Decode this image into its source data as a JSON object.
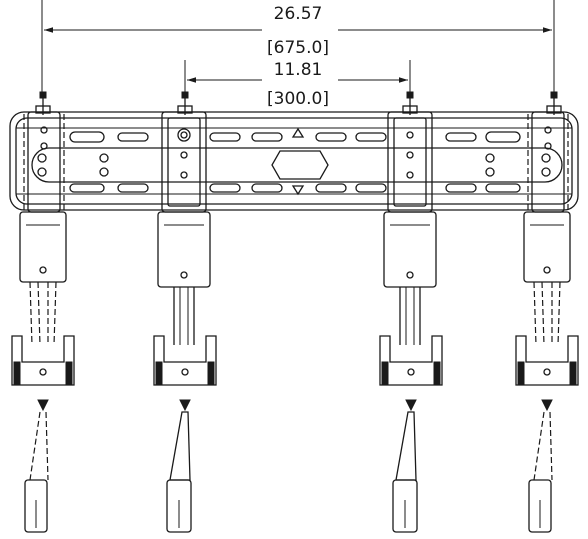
{
  "dimensions": {
    "outer": {
      "inches": "26.57",
      "millimeters": "[675.0]"
    },
    "inner": {
      "inches": "11.81",
      "millimeters": "[300.0]"
    }
  }
}
